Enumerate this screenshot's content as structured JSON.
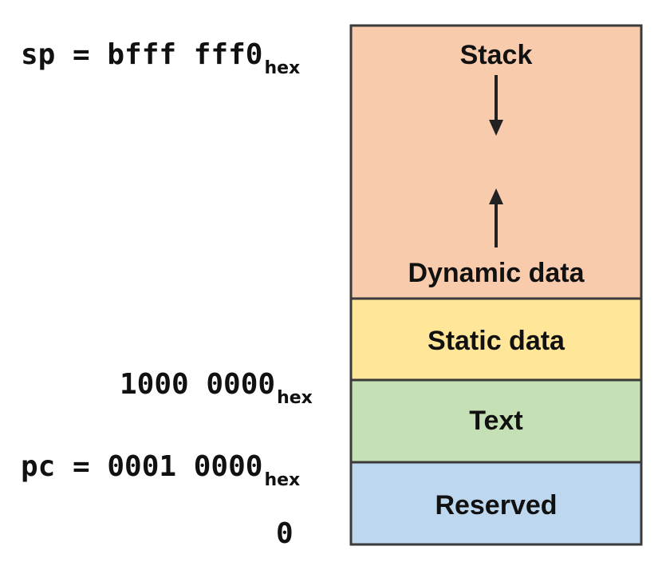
{
  "addresses": {
    "sp": {
      "label": "sp = bfff fff0",
      "suffix": "hex"
    },
    "heap_base": {
      "label": "1000 0000",
      "suffix": "hex"
    },
    "pc": {
      "label": "pc = 0001 0000",
      "suffix": "hex"
    },
    "zero": {
      "label": "0"
    }
  },
  "segments": {
    "stack": {
      "label": "Stack",
      "color": "#f8cbad"
    },
    "dynamic": {
      "label": "Dynamic data",
      "color": "#f8cbad"
    },
    "static": {
      "label": "Static data",
      "color": "#ffe699"
    },
    "text": {
      "label": "Text",
      "color": "#c5e0b4"
    },
    "reserved": {
      "label": "Reserved",
      "color": "#bdd7ee"
    }
  },
  "colors": {
    "border": "#3a3a3a",
    "arrow": "#222222"
  }
}
